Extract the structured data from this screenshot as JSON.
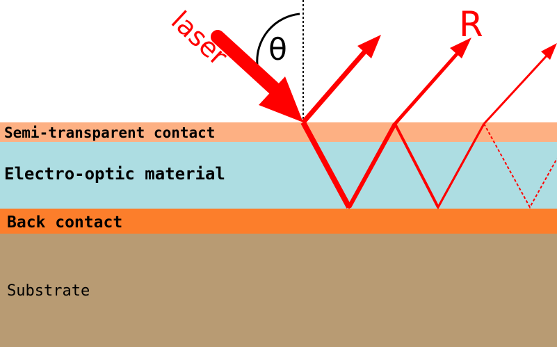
{
  "diagram": {
    "layers": [
      {
        "id": "semi",
        "label": "Semi-transparent contact",
        "color": "#FDB083"
      },
      {
        "id": "eo",
        "label": "Electro-optic material",
        "color": "#ADDDE2"
      },
      {
        "id": "back",
        "label": "Back contact",
        "color": "#FC7E2B"
      },
      {
        "id": "substrate",
        "label": "Substrate",
        "color": "#B89B73"
      }
    ],
    "beam": {
      "incident_label": "laser",
      "angle_label": "θ",
      "reflected_label": "R",
      "color": "#FF0000"
    }
  }
}
